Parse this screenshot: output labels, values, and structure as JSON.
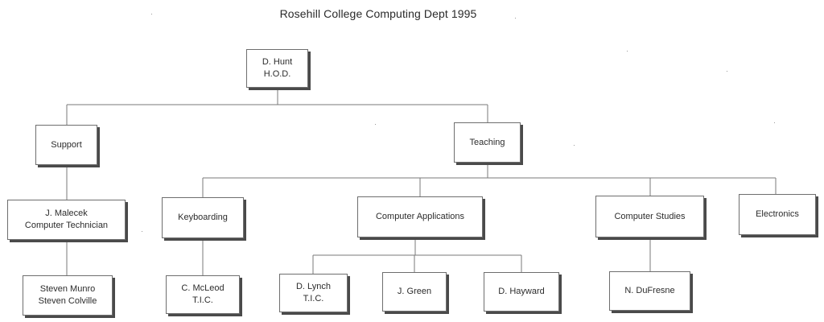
{
  "title": "Rosehill College Computing Dept 1995",
  "colors": {
    "border": "#6e6e6e",
    "shadow": "#4a4a4a",
    "connector": "#7a7a7a",
    "text": "#2c2c2c"
  },
  "nodes": {
    "hod": {
      "line1": "D. Hunt",
      "line2": "H.O.D."
    },
    "support": {
      "line1": "Support"
    },
    "teaching": {
      "line1": "Teaching"
    },
    "technician": {
      "line1": "J. Malecek",
      "line2": "Computer Technician"
    },
    "support_staff": {
      "line1": "Steven Munro",
      "line2": "Steven Colville"
    },
    "keyboarding": {
      "line1": "Keyboarding"
    },
    "keyboarding_tic": {
      "line1": "C. McLeod",
      "line2": "T.I.C."
    },
    "computer_applications": {
      "line1": "Computer Applications"
    },
    "lynch": {
      "line1": "D. Lynch",
      "line2": "T.I.C."
    },
    "green": {
      "line1": "J. Green"
    },
    "hayward": {
      "line1": "D. Hayward"
    },
    "computer_studies": {
      "line1": "Computer Studies"
    },
    "dufresne": {
      "line1": "N. DuFresne"
    },
    "electronics": {
      "line1": "Electronics"
    }
  }
}
